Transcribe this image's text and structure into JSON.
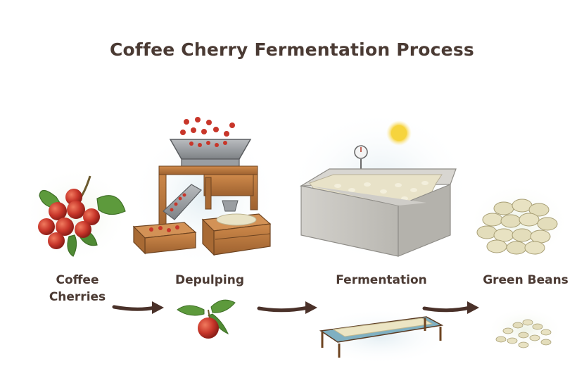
{
  "diagram": {
    "title": "Coffee Cherry Fermentation Process",
    "steps": [
      {
        "label": "Coffee Cherries",
        "line1": "Coffee",
        "line2": "Cherries",
        "illustration": "coffee-cherries-with-leaves"
      },
      {
        "label": "Depulping",
        "illustration": "depulping-machine-with-crates"
      },
      {
        "label": "Fermentation",
        "illustration": "concrete-fermentation-tank-with-thermometer"
      },
      {
        "label": "Green Beans",
        "illustration": "pile-of-green-coffee-beans"
      }
    ],
    "arrows": [
      {
        "from": "Coffee Cherries",
        "to": "Depulping"
      },
      {
        "from": "Depulping",
        "to": "Fermentation"
      },
      {
        "from": "Fermentation",
        "to": "Green Beans"
      }
    ],
    "colors": {
      "title_text": "#4a3a33",
      "arrow": "#4a3129",
      "cherry_red": "#c8362a",
      "leaf_green": "#4f8a34",
      "wood": "#b8773d",
      "concrete": "#c9c7c2",
      "green_bean": "#e3ddbb"
    }
  }
}
